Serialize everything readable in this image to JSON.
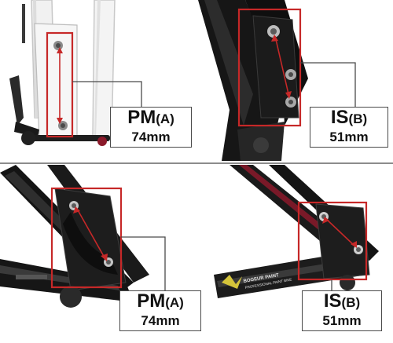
{
  "panels": [
    {
      "mount_code": "PM",
      "standard_letter": "A",
      "spacing": "74mm",
      "highlight_color": "#c62828"
    },
    {
      "mount_code": "IS",
      "standard_letter": "B",
      "spacing": "51mm",
      "highlight_color": "#c62828"
    },
    {
      "mount_code": "PM",
      "standard_letter": "A",
      "spacing": "74mm",
      "highlight_color": "#c62828"
    },
    {
      "mount_code": "IS",
      "standard_letter": "B",
      "spacing": "51mm",
      "highlight_color": "#c62828"
    }
  ],
  "frame_decal": {
    "text_line1": "BOGEUR PAINT",
    "text_line2": "PROFESSIONAL PAINT BIKE"
  }
}
